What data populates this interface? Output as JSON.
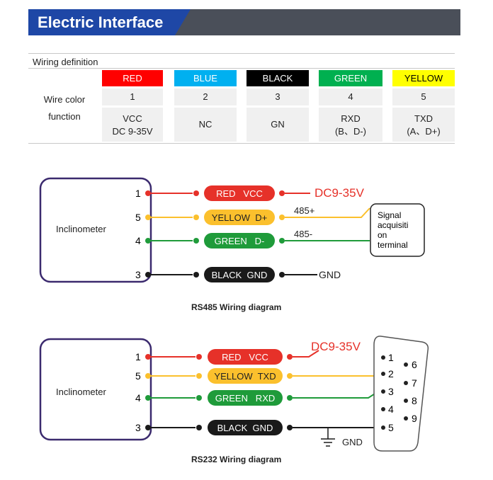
{
  "header": {
    "title": "Electric Interface"
  },
  "table": {
    "title": "Wiring definition",
    "label_top": "Wire color",
    "label_bottom": "function",
    "columns": [
      {
        "color": "RED",
        "swatch": "#ff0000",
        "text_color": "#ffffff",
        "number": "1",
        "func1": "VCC",
        "func2": "DC 9-35V"
      },
      {
        "color": "BLUE",
        "swatch": "#00b0f0",
        "text_color": "#ffffff",
        "number": "2",
        "func1": "NC",
        "func2": ""
      },
      {
        "color": "BLACK",
        "swatch": "#000000",
        "text_color": "#ffffff",
        "number": "3",
        "func1": "GN",
        "func2": ""
      },
      {
        "color": "GREEN",
        "swatch": "#00b050",
        "text_color": "#ffffff",
        "number": "4",
        "func1": "RXD",
        "func2": "(B、D-)"
      },
      {
        "color": "YELLOW",
        "swatch": "#ffff00",
        "text_color": "#000000",
        "number": "5",
        "func1": "TXD",
        "func2": "(A、D+)"
      }
    ]
  },
  "rs485": {
    "device": "Inclinometer",
    "caption": "RS485 Wiring diagram",
    "wires": [
      {
        "pin": "1",
        "label": "RED   VCC",
        "fill": "#e63129",
        "line": "#e63129",
        "text_color": "#ffffff"
      },
      {
        "pin": "5",
        "label": "YELLOW  D+",
        "fill": "#fbc02d",
        "line": "#fbc02d",
        "text_color": "#222222"
      },
      {
        "pin": "4",
        "label": "GREEN   D-",
        "fill": "#1f9b3a",
        "line": "#1f9b3a",
        "text_color": "#ffffff"
      },
      {
        "pin": "3",
        "label": "BLACK  GND",
        "fill": "#1a1a1a",
        "line": "#1a1a1a",
        "text_color": "#ffffff"
      }
    ],
    "power_label": "DC9-35V",
    "d_plus": "485+",
    "d_minus": "485-",
    "gnd_label": "GND",
    "terminal": [
      "Signal",
      "acquisiti",
      "on",
      "terminal"
    ]
  },
  "rs232": {
    "device": "Inclinometer",
    "caption": "RS232 Wiring diagram",
    "wires": [
      {
        "pin": "1",
        "label": "RED   VCC",
        "fill": "#e63129",
        "line": "#e63129",
        "text_color": "#ffffff"
      },
      {
        "pin": "5",
        "label": "YELLOW  TXD",
        "fill": "#fbc02d",
        "line": "#fbc02d",
        "text_color": "#222222"
      },
      {
        "pin": "4",
        "label": "GREEN   RXD",
        "fill": "#1f9b3a",
        "line": "#1f9b3a",
        "text_color": "#ffffff"
      },
      {
        "pin": "3",
        "label": "BLACK  GND",
        "fill": "#1a1a1a",
        "line": "#1a1a1a",
        "text_color": "#ffffff"
      }
    ],
    "power_label": "DC9-35V",
    "gnd_label": "GND",
    "db9_pins": [
      "1",
      "2",
      "3",
      "4",
      "5",
      "6",
      "7",
      "8",
      "9"
    ]
  }
}
